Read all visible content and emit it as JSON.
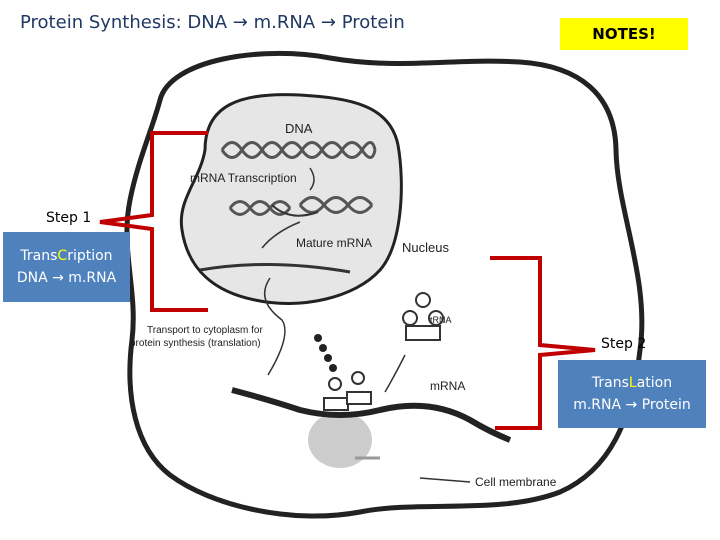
{
  "slide": {
    "title": {
      "main": "Protein Synthesis: DNA",
      "mid": "m.RNA",
      "end": "Protein"
    },
    "notes_label": "NOTES!",
    "step1": {
      "label": "Step 1",
      "box_prefix": "Trans",
      "box_highlight": "C",
      "box_suffix": "ription",
      "box_line2_a": "DNA",
      "box_line2_b": "m.RNA"
    },
    "step2": {
      "label": "Step 2",
      "box_prefix": "Trans",
      "box_highlight": "L",
      "box_suffix": "ation",
      "box_line2_a": "m.RNA",
      "box_line2_b": "Protein"
    },
    "arrow_symbol": "→"
  },
  "diagram": {
    "labels": {
      "dna": "DNA",
      "mrna_transcription": "mRNA Transcription",
      "mature_mrna": "Mature mRNA",
      "nucleus": "Nucleus",
      "trna": "tRNA",
      "transport_line1": "Transport to cytoplasm for",
      "transport_line2": "protein synthesis (translation)",
      "mrna": "mRNA",
      "cell_membrane": "Cell membrane"
    },
    "colors": {
      "bracket": "#c00000",
      "box": "#4f81bd",
      "notes": "#ffff00",
      "title": "#1f3864"
    }
  }
}
